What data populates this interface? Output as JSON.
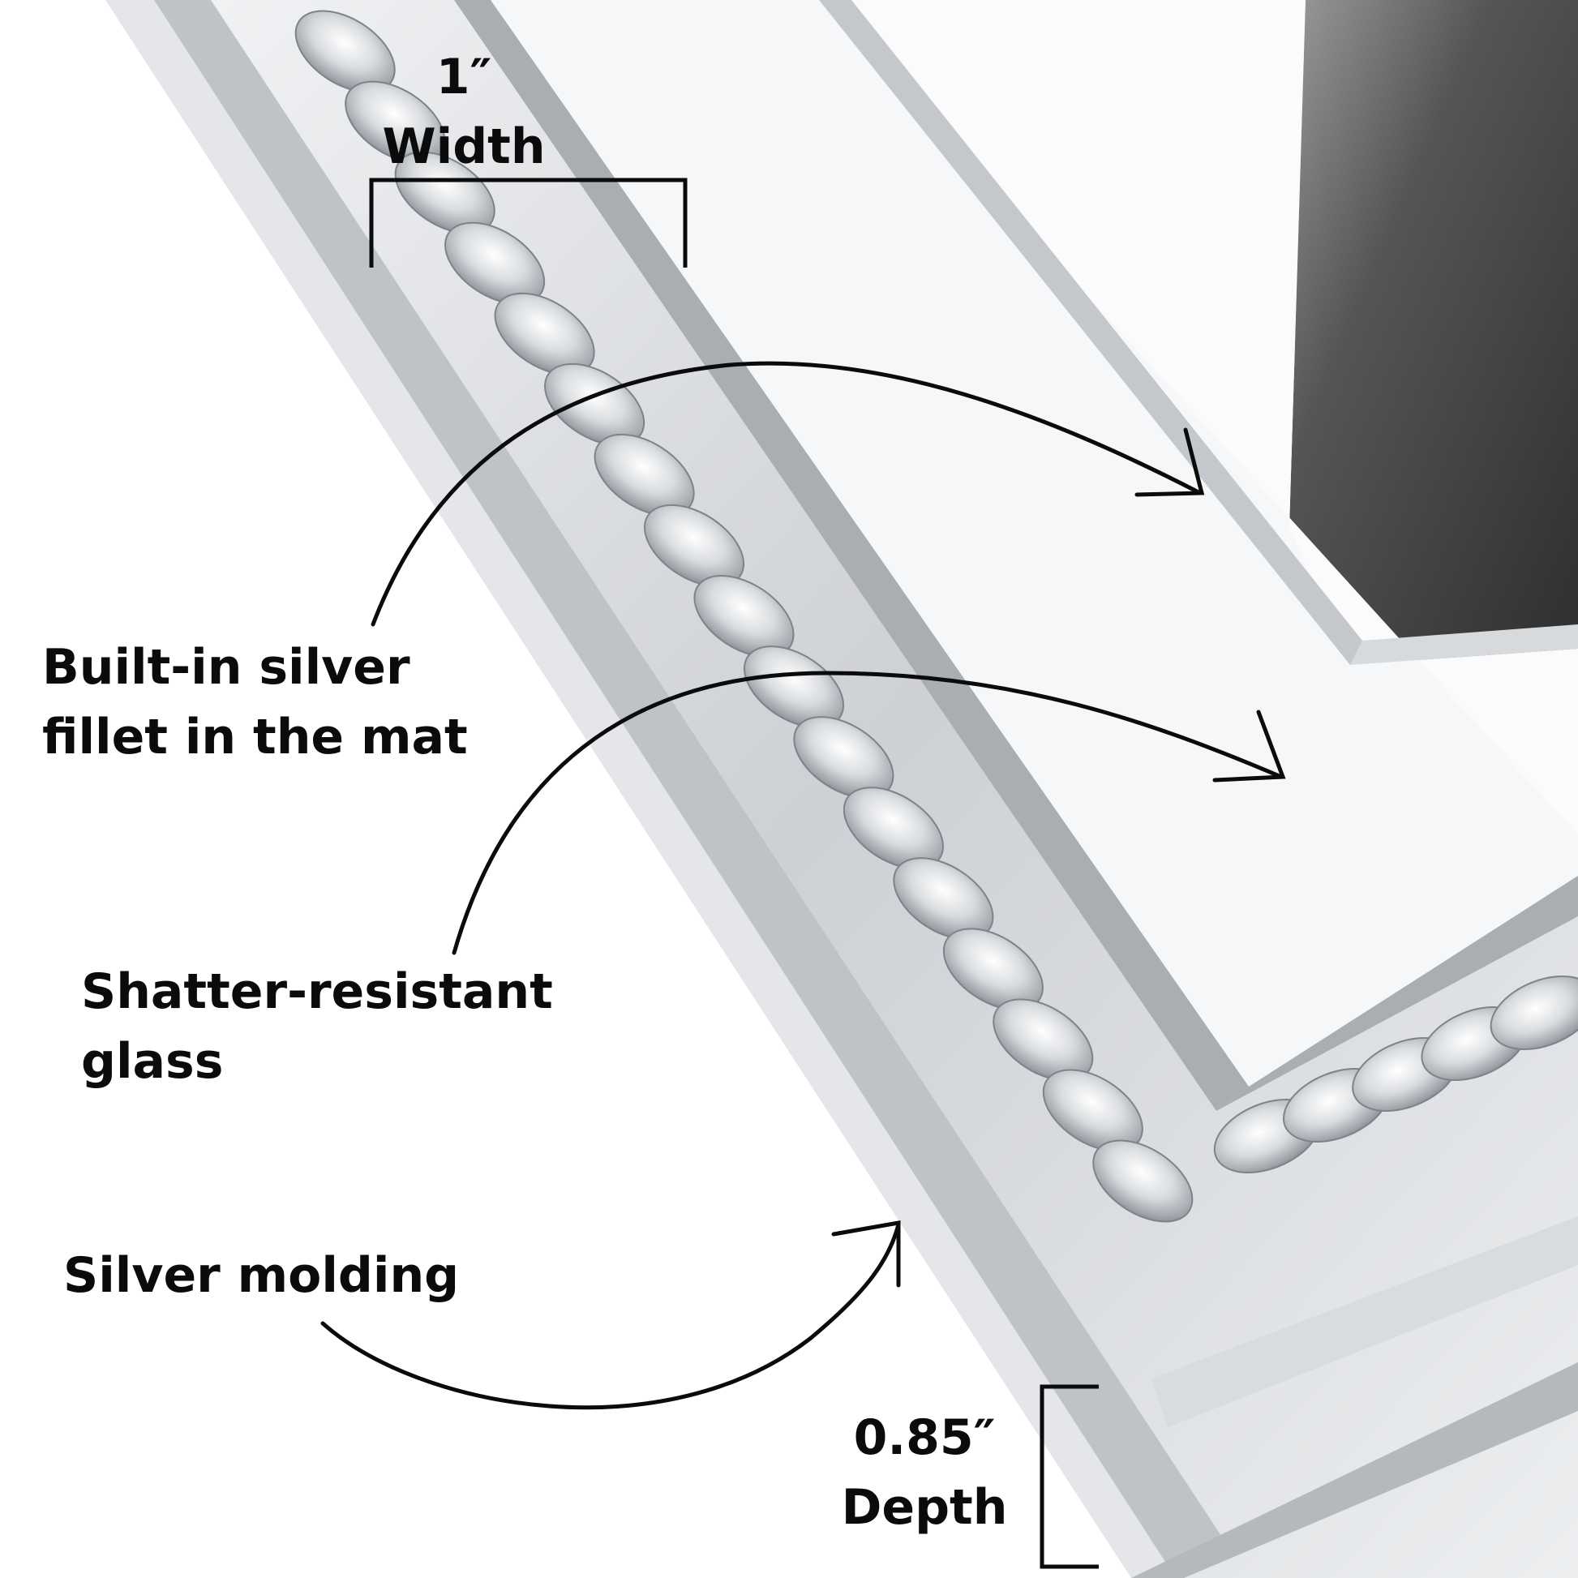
{
  "callouts": {
    "width": {
      "value": "1″",
      "label": "Width"
    },
    "fillet": {
      "line1": "Built-in silver",
      "line2": "fillet in the mat"
    },
    "glass": {
      "line1": "Shatter-resistant",
      "line2": "glass"
    },
    "molding": {
      "line1": "Silver molding"
    },
    "depth": {
      "value": "0.85″",
      "label": "Depth"
    }
  },
  "colors": {
    "background": "#ffffff",
    "mat": "#f5f6f7",
    "silver_light": "#eef0f2",
    "silver_mid": "#c9ccd0",
    "silver_dark": "#9aa0a6",
    "photo_dark": "#3c3c3c",
    "ink": "#0b0b0b"
  }
}
